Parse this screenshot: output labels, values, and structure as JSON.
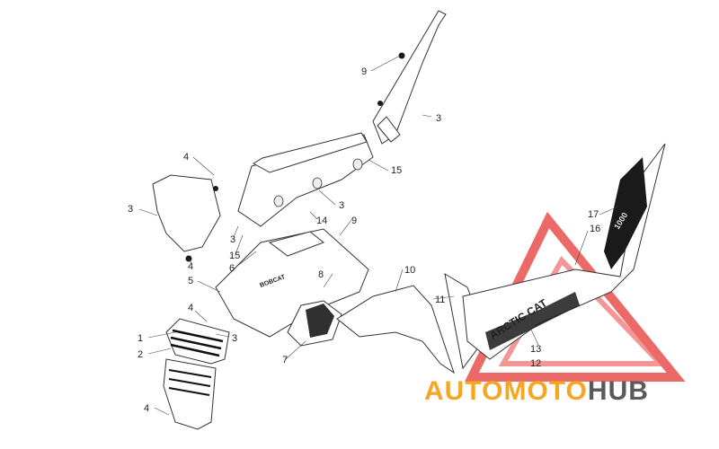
{
  "labels": [
    {
      "id": "9a",
      "text": "9"
    },
    {
      "id": "3a",
      "text": "3"
    },
    {
      "id": "4a",
      "text": "4"
    },
    {
      "id": "15a",
      "text": "15"
    },
    {
      "id": "3b",
      "text": "3"
    },
    {
      "id": "3c",
      "text": "3"
    },
    {
      "id": "14",
      "text": "14"
    },
    {
      "id": "9b",
      "text": "9"
    },
    {
      "id": "3d",
      "text": "3"
    },
    {
      "id": "15b",
      "text": "15"
    },
    {
      "id": "4b",
      "text": "4"
    },
    {
      "id": "6",
      "text": "6"
    },
    {
      "id": "5",
      "text": "5"
    },
    {
      "id": "8",
      "text": "8"
    },
    {
      "id": "10",
      "text": "10"
    },
    {
      "id": "11",
      "text": "11"
    },
    {
      "id": "17",
      "text": "17"
    },
    {
      "id": "16",
      "text": "16"
    },
    {
      "id": "4c",
      "text": "4"
    },
    {
      "id": "1",
      "text": "1"
    },
    {
      "id": "3e",
      "text": "3"
    },
    {
      "id": "2",
      "text": "2"
    },
    {
      "id": "7",
      "text": "7"
    },
    {
      "id": "13",
      "text": "13"
    },
    {
      "id": "12",
      "text": "12"
    },
    {
      "id": "4d",
      "text": "4"
    }
  ],
  "decals": {
    "hood_logo": "BOBCAT",
    "side_text": "ARCTIC CAT",
    "side_number": "1000"
  },
  "watermark": {
    "part1": "AUTO",
    "part2": "MOTO",
    "part3": "HUB",
    "color_primary": "#f5a623",
    "color_secondary": "#5a5a5a",
    "triangle_color": "#e53935"
  }
}
